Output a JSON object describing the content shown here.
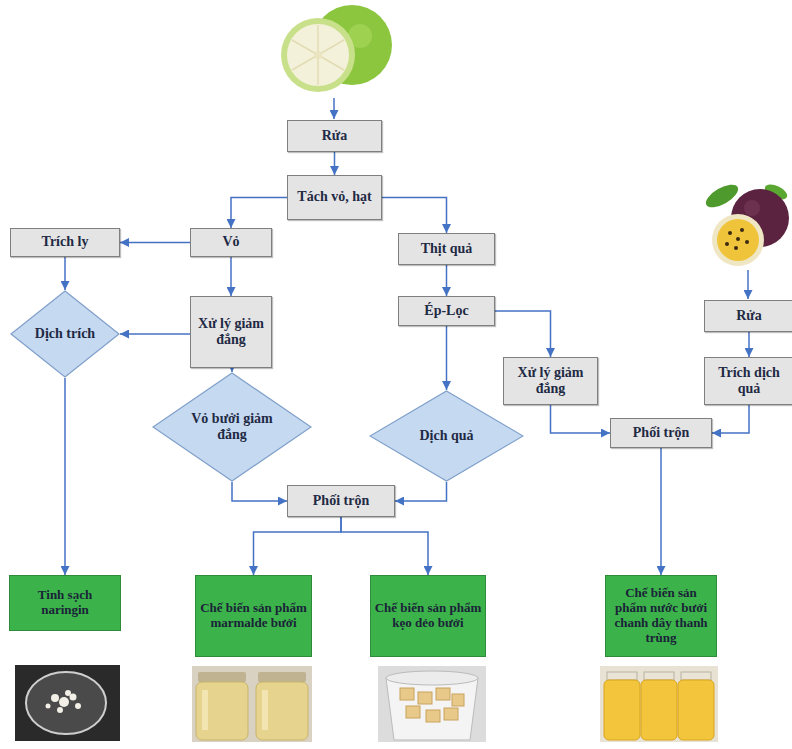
{
  "diagram": {
    "nodes": [
      {
        "text": [
          "Rửa"
        ]
      },
      {
        "text": [
          "Tách vỏ, hạt"
        ]
      },
      {
        "text": [
          "Trích ly"
        ]
      },
      {
        "text": [
          "Vỏ"
        ]
      },
      {
        "text": [
          "Thịt quả"
        ]
      },
      {
        "text": [
          "Dịch trích"
        ]
      },
      {
        "text": [
          "Xử lý giảm đắng"
        ]
      },
      {
        "text": [
          "Ép-Lọc"
        ]
      },
      {
        "text": [
          "Rửa"
        ]
      },
      {
        "text": [
          "Xử lý giảm đắng"
        ]
      },
      {
        "text": [
          "Trích dịch quả"
        ]
      },
      {
        "text": [
          "Vỏ bưởi giảm đắng"
        ]
      },
      {
        "text": [
          "Dịch quả"
        ]
      },
      {
        "text": [
          "Phối trộn"
        ]
      },
      {
        "text": [
          "Phối trộn"
        ]
      },
      {
        "text": [
          "Tinh sạch naringin"
        ]
      },
      {
        "text": [
          "Chế biến sản phẩm marmalde bưởi"
        ]
      },
      {
        "text": [
          "Chế biến sản phẩm kẹo dẻo bưởi"
        ]
      },
      {
        "text": [
          "Chế biến sản phẩm nước bưởi chanh dây thanh trùng"
        ]
      }
    ],
    "edges": [
      {
        "from": 0,
        "to": 1,
        "arrow": "to"
      },
      {
        "from": 1,
        "to": 3,
        "arrow": "to"
      },
      {
        "from": 1,
        "to": 4,
        "arrow": "to"
      },
      {
        "from": 3,
        "to": 2,
        "arrow": "to"
      },
      {
        "from": 2,
        "to": 5,
        "arrow": "to"
      },
      {
        "from": 3,
        "to": 6,
        "arrow": "to"
      },
      {
        "from": 6,
        "to": 5,
        "arrow": "to"
      },
      {
        "from": 6,
        "to": 11,
        "arrow": "to"
      },
      {
        "from": 4,
        "to": 7,
        "arrow": "to"
      },
      {
        "from": 7,
        "to": 12,
        "arrow": "to"
      },
      {
        "from": 7,
        "to": 9,
        "arrow": "to"
      },
      {
        "from": 8,
        "to": 10,
        "arrow": "to"
      },
      {
        "from": 9,
        "to": 13,
        "arrow": "to"
      },
      {
        "from": 10,
        "to": 13,
        "arrow": "to"
      },
      {
        "from": 11,
        "to": 14,
        "arrow": "to"
      },
      {
        "from": 12,
        "to": 14,
        "arrow": "to"
      },
      {
        "from": 14,
        "to": 16,
        "arrow": "to"
      },
      {
        "from": 14,
        "to": 17,
        "arrow": "to"
      },
      {
        "from": 13,
        "to": 18,
        "arrow": "to"
      },
      {
        "from": 5,
        "to": 15,
        "arrow": "to"
      }
    ]
  }
}
